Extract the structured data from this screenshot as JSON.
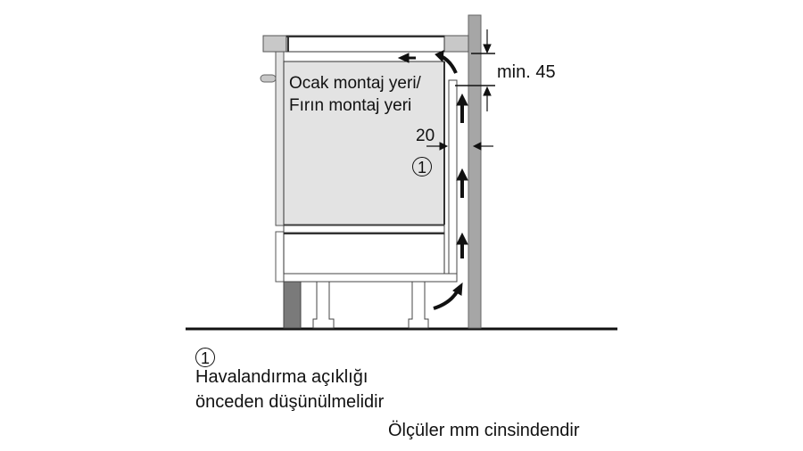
{
  "diagram": {
    "cabinet_label_line1": "Ocak montaj yeri/",
    "cabinet_label_line2": "Fırın montaj yeri",
    "dim_top": "min. 45",
    "dim_gap": "20",
    "callout_marker": "1",
    "colors": {
      "cabinet_fill": "#e3e3e3",
      "hob_fill": "#c8c8c8",
      "wall_fill": "#a6a6a6",
      "plinth_fill": "#7a7a7a",
      "line": "#222222"
    }
  },
  "legend": {
    "marker": "1",
    "line1": "Havalandırma açıklığı",
    "line2": "önceden düşünülmelidir",
    "units_note": "Ölçüler mm cinsindendir"
  }
}
